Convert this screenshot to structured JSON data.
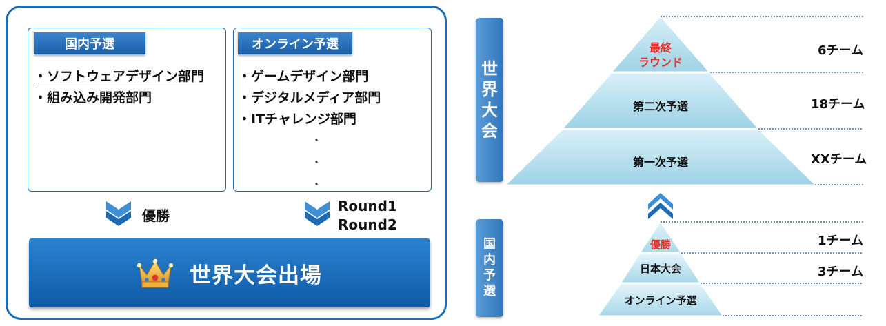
{
  "left": {
    "domestic": {
      "header": "国内予選",
      "items": [
        "・ソフトウェアデザイン部門",
        "・組み込み開発部門"
      ]
    },
    "online": {
      "header": "オンライン予選",
      "items": [
        "・ゲームデザイン部門",
        "・デジタルメディア部門",
        "・ITチャレンジ部門"
      ],
      "continuation": [
        ".",
        ".",
        "."
      ]
    },
    "arrow_left_label": "優勝",
    "arrow_right_label_1": "Round1",
    "arrow_right_label_2": "Round2",
    "result": "世界大会出場"
  },
  "right": {
    "world_bar_chars": [
      "世",
      "界",
      "大",
      "会"
    ],
    "domestic_bar_chars": [
      "国",
      "内",
      "予",
      "選"
    ],
    "world_tiers": [
      {
        "label_1": "最終",
        "label_2": "ラウンド",
        "count": "6チーム"
      },
      {
        "label": "第二次予選",
        "count": "18チーム"
      },
      {
        "label": "第一次予選",
        "count": "XXチーム"
      }
    ],
    "domestic_tiers": [
      {
        "label": "優勝",
        "count": "1チーム"
      },
      {
        "label": "日本大会",
        "count": "3チーム"
      },
      {
        "label": "オンライン予選",
        "count": ""
      }
    ]
  },
  "colors": {
    "accent_blue": "#1a6db5",
    "pyramid_light": "#d4eef7",
    "pyramid_dark": "#8ccbe3",
    "red_text": "#e0302a"
  }
}
